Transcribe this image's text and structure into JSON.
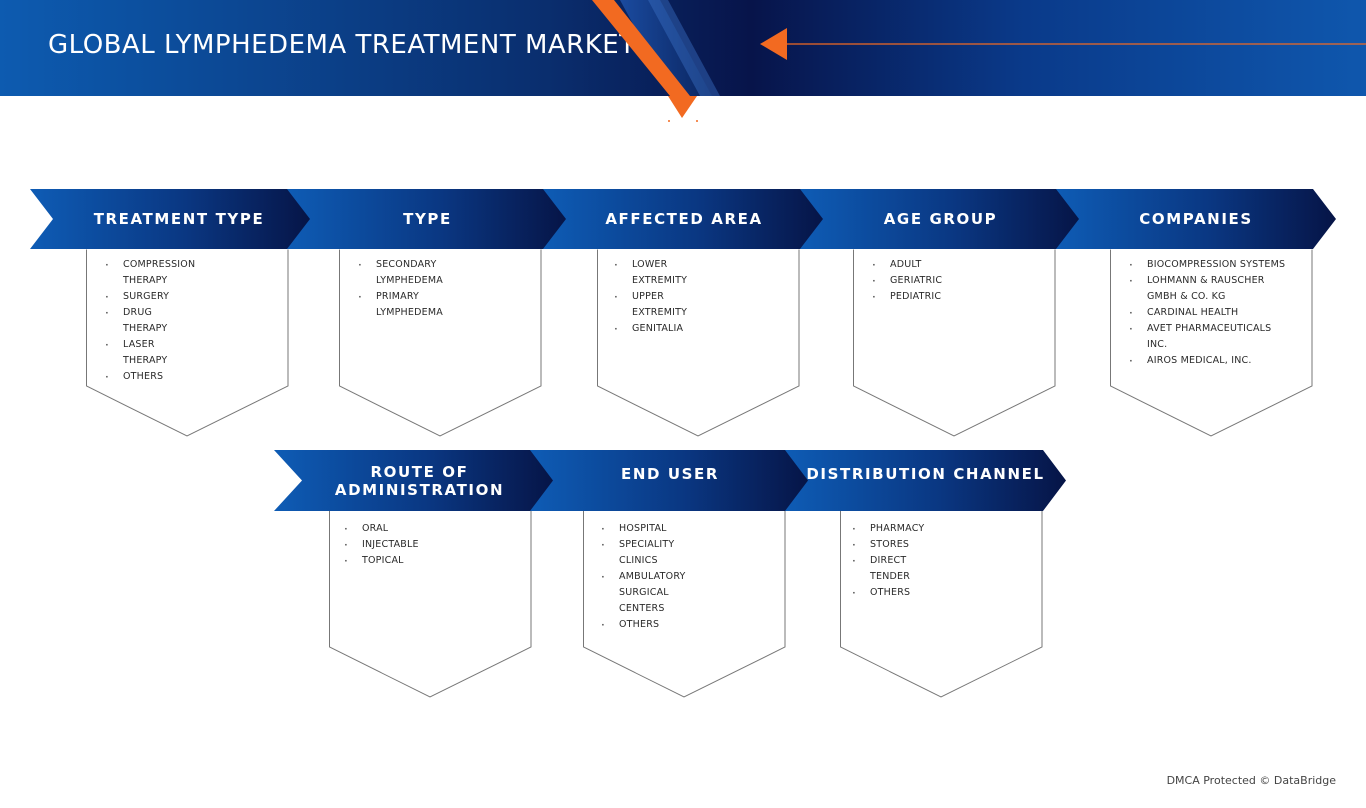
{
  "header": {
    "title": "GLOBAL LYMPHEDEMA TREATMENT MARKET",
    "colors": {
      "primary": "#0a2e6e",
      "accent": "#f26a21"
    }
  },
  "segments": [
    {
      "title": "TREATMENT TYPE",
      "items": [
        "COMPRESSION THERAPY",
        "SURGERY",
        "DRUG THERAPY",
        "LASER THERAPY",
        "OTHERS"
      ]
    },
    {
      "title": "TYPE",
      "items": [
        "SECONDARY LYMPHEDEMA",
        "PRIMARY LYMPHEDEMA"
      ]
    },
    {
      "title": "AFFECTED AREA",
      "items": [
        "LOWER EXTREMITY",
        "UPPER EXTREMITY",
        "GENITALIA"
      ]
    },
    {
      "title": "AGE GROUP",
      "items": [
        "ADULT",
        "GERIATRIC",
        "PEDIATRIC"
      ]
    },
    {
      "title": "COMPANIES",
      "items": [
        "BIOCOMPRESSION SYSTEMS",
        "LOHMANN & RAUSCHER GMBH & CO. KG",
        "CARDINAL HEALTH",
        "AVET PHARMACEUTICALS INC.",
        "AIROS MEDICAL, INC."
      ]
    },
    {
      "title": "ROUTE OF\nADMINISTRATION",
      "items": [
        "ORAL",
        "INJECTABLE",
        "TOPICAL"
      ]
    },
    {
      "title": "END USER",
      "items": [
        "HOSPITAL",
        "SPECIALITY CLINICS",
        "AMBULATORY SURGICAL CENTERS",
        "OTHERS"
      ]
    },
    {
      "title": "DISTRIBUTION CHANNEL",
      "items": [
        "PHARMACY",
        "STORES",
        "DIRECT TENDER",
        "OTHERS"
      ]
    }
  ],
  "footer": {
    "credit": "DMCA Protected © DataBridge"
  }
}
